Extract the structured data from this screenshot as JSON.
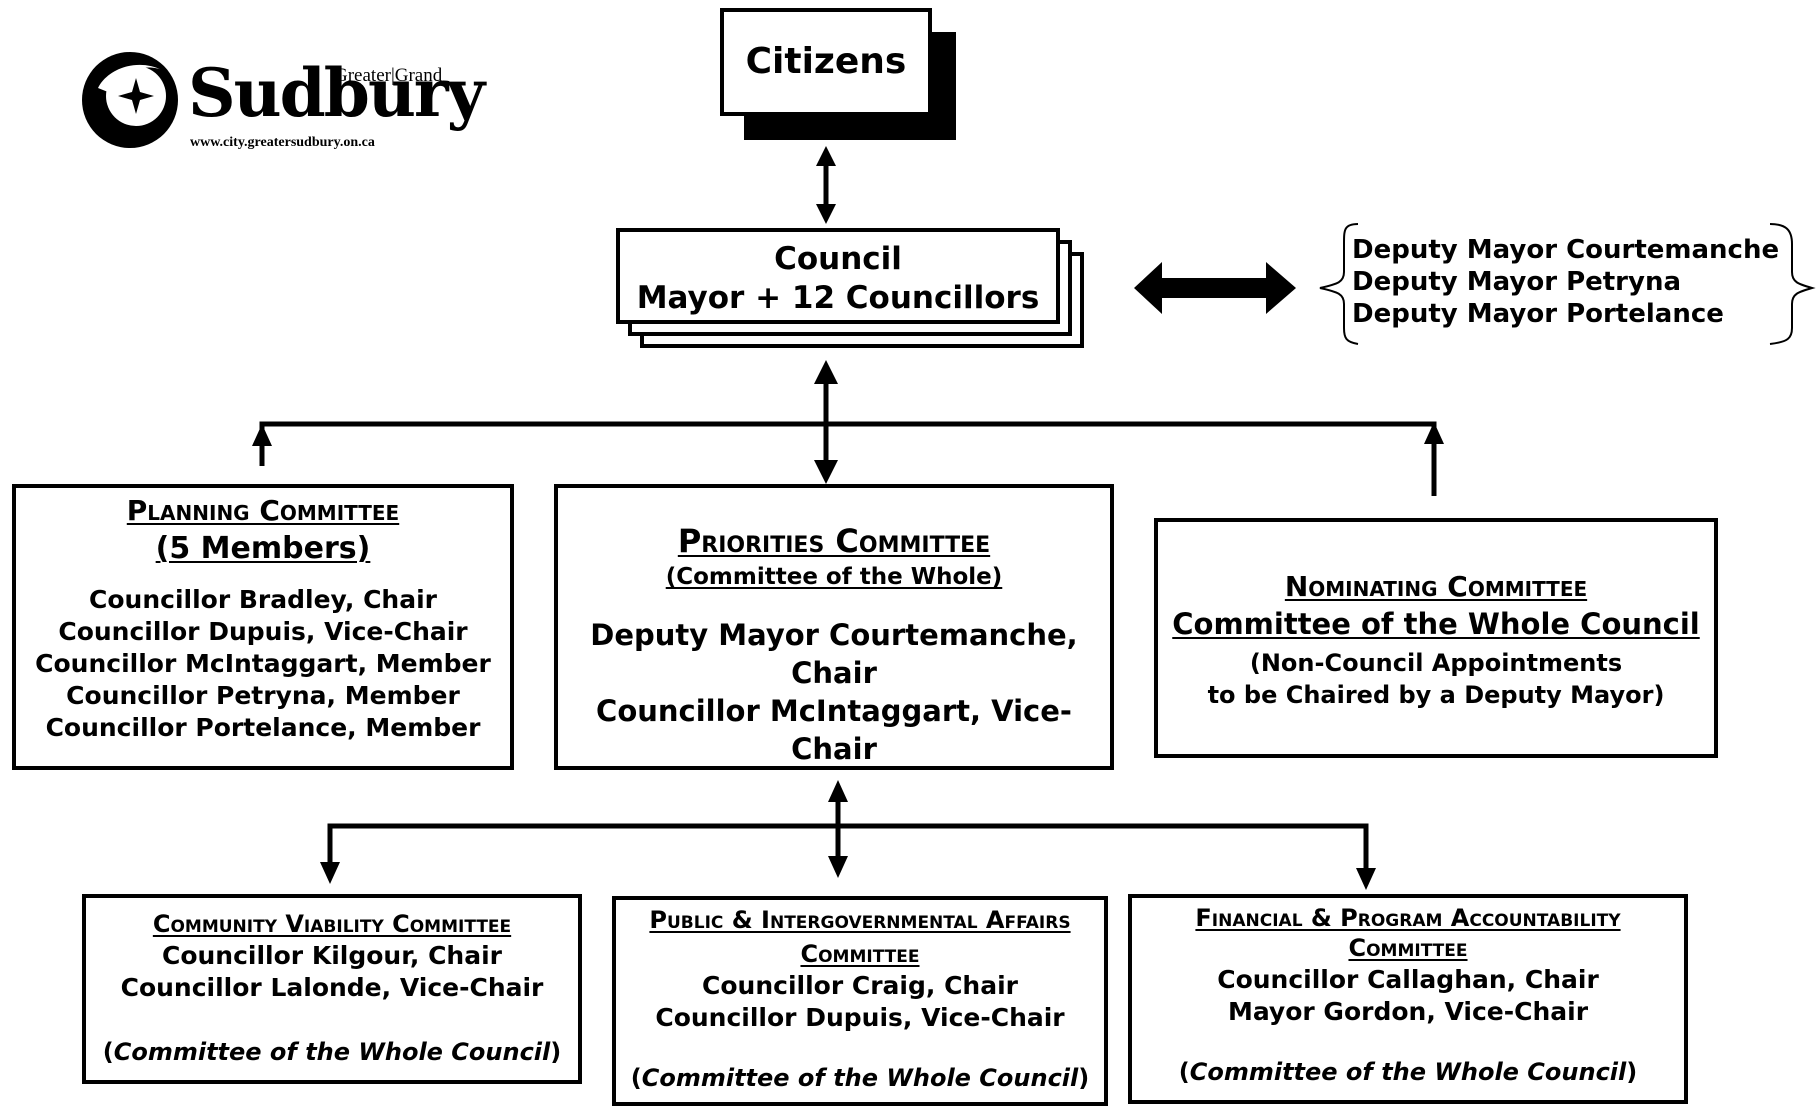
{
  "logo": {
    "wordmark": "Sudbury",
    "superscript": "Greater|Grand",
    "url": "www.city.greatersudbury.on.ca"
  },
  "citizens": {
    "label": "Citizens"
  },
  "council": {
    "title": "Council",
    "subtitle": "Mayor + 12 Councillors"
  },
  "deputies": [
    "Deputy Mayor Courtemanche",
    "Deputy Mayor Petryna",
    "Deputy Mayor Portelance"
  ],
  "planning": {
    "title": "Planning Committee",
    "subtitle": "(5 Members)",
    "members": [
      "Councillor Bradley, Chair",
      "Councillor Dupuis, Vice-Chair",
      "Councillor McIntaggart, Member",
      "Councillor Petryna, Member",
      "Councillor Portelance, Member"
    ]
  },
  "priorities": {
    "title": "Priorities Committee",
    "subtitle": "(Committee of the Whole)",
    "members": [
      "Deputy Mayor Courtemanche, Chair",
      "Councillor McIntaggart, Vice-Chair"
    ]
  },
  "nominating": {
    "title": "Nominating Committee",
    "subtitle": "Committee of the Whole Council",
    "notes": [
      "(Non-Council Appointments",
      "to be Chaired by a Deputy Mayor)"
    ]
  },
  "community": {
    "title": "Community Viability Committee",
    "members": [
      "Councillor Kilgour, Chair",
      "Councillor Lalonde, Vice-Chair"
    ],
    "note": "Committee of the Whole Council"
  },
  "public": {
    "title_line1": "Public & Intergovernmental Affairs",
    "title_line2": "Committee",
    "members": [
      "Councillor Craig, Chair",
      "Councillor Dupuis, Vice-Chair"
    ],
    "note": "Committee of the Whole Council"
  },
  "financial": {
    "title_line1": "Financial & Program Accountability",
    "title_line2": "Committee",
    "members": [
      "Councillor Callaghan, Chair",
      "Mayor Gordon, Vice-Chair"
    ],
    "note": "Committee of the Whole Council"
  }
}
